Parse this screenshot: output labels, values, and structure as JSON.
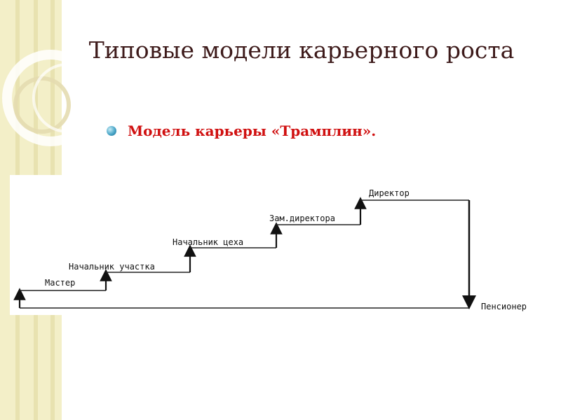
{
  "slide": {
    "title": "Типовые модели карьерного роста",
    "bullet": "Модель карьеры «Трамплин»."
  },
  "diagram": {
    "steps": [
      {
        "label": "Мастер"
      },
      {
        "label": "Начальник участка"
      },
      {
        "label": "Начальник цеха"
      },
      {
        "label": "Зам.директора"
      },
      {
        "label": "Директор"
      }
    ],
    "end_label": "Пенсионер"
  },
  "colors": {
    "title": "#3d1a1a",
    "bullet_text": "#d01010",
    "accent_strip": "#f3efc8"
  }
}
